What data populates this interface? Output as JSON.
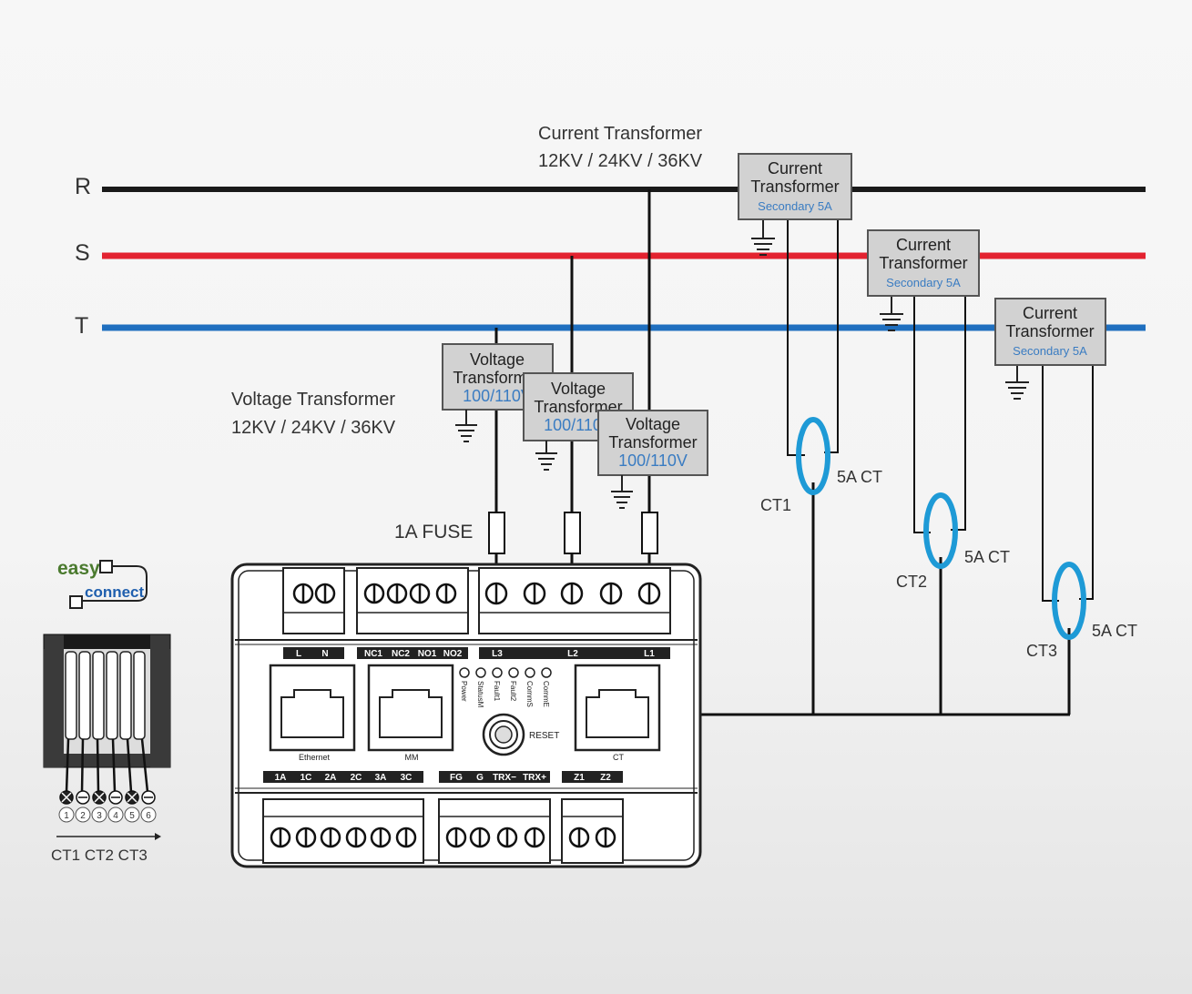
{
  "phases": {
    "r": {
      "label": "R",
      "color": "#1a1a1a"
    },
    "s": {
      "label": "S",
      "color": "#e32230"
    },
    "t": {
      "label": "T",
      "color": "#1f6fbf"
    }
  },
  "current_transformer_header": {
    "line1": "Current Transformer",
    "line2": "12KV / 24KV / 36KV"
  },
  "voltage_transformer_header": {
    "line1": "Voltage Transformer",
    "line2": "12KV / 24KV / 36KV"
  },
  "ct_boxes": [
    {
      "line1": "Current",
      "line2": "Transformer",
      "line3": "Secondary 5A"
    },
    {
      "line1": "Current",
      "line2": "Transformer",
      "line3": "Secondary 5A"
    },
    {
      "line1": "Current",
      "line2": "Transformer",
      "line3": "Secondary 5A"
    }
  ],
  "vt_boxes": [
    {
      "line1": "Voltage",
      "line2": "Transformer",
      "line3": "100/110V"
    },
    {
      "line1": "Voltage",
      "line2": "Transformer",
      "line3": "100/110V"
    },
    {
      "line1": "Voltage",
      "line2": "Transformer",
      "line3": "100/110V"
    }
  ],
  "fuse_label": "1A FUSE",
  "ct_clamps": [
    {
      "name": "CT1",
      "rating": "5A CT"
    },
    {
      "name": "CT2",
      "rating": "5A CT"
    },
    {
      "name": "CT3",
      "rating": "5A CT"
    }
  ],
  "device": {
    "top_labels": {
      "l": "L",
      "n": "N",
      "nc1": "NC1",
      "nc2": "NC2",
      "no1": "NO1",
      "no2": "NO2",
      "l3": "L3",
      "l2": "L2",
      "l1": "L1"
    },
    "ports": {
      "ethernet": "Ethernet",
      "mm": "MM",
      "ct": "CT"
    },
    "leds": [
      "Power",
      "StatusM",
      "Fault1",
      "Fault2",
      "CommS",
      "CommE"
    ],
    "reset_label": "RESET",
    "bottom_labels": {
      "a1": "1A",
      "c1": "1C",
      "a2": "2A",
      "c2": "2C",
      "a3": "3A",
      "c3": "3C",
      "fg": "FG",
      "g": "G",
      "trxm": "TRX−",
      "trxp": "TRX+",
      "z1": "Z1",
      "z2": "Z2"
    }
  },
  "easy_connect": {
    "easy": "easy",
    "connect": "connect",
    "pins": [
      "1",
      "2",
      "3",
      "4",
      "5",
      "6"
    ],
    "ct_labels": "CT1 CT2 CT3",
    "brand_green": "#4a7a2e",
    "brand_blue": "#1f5fae"
  },
  "colors": {
    "ct_blue": "#1e9ad6",
    "box_fill": "#d2d2d2",
    "box_stroke": "#555555",
    "sec_text": "#3a7cc2"
  }
}
